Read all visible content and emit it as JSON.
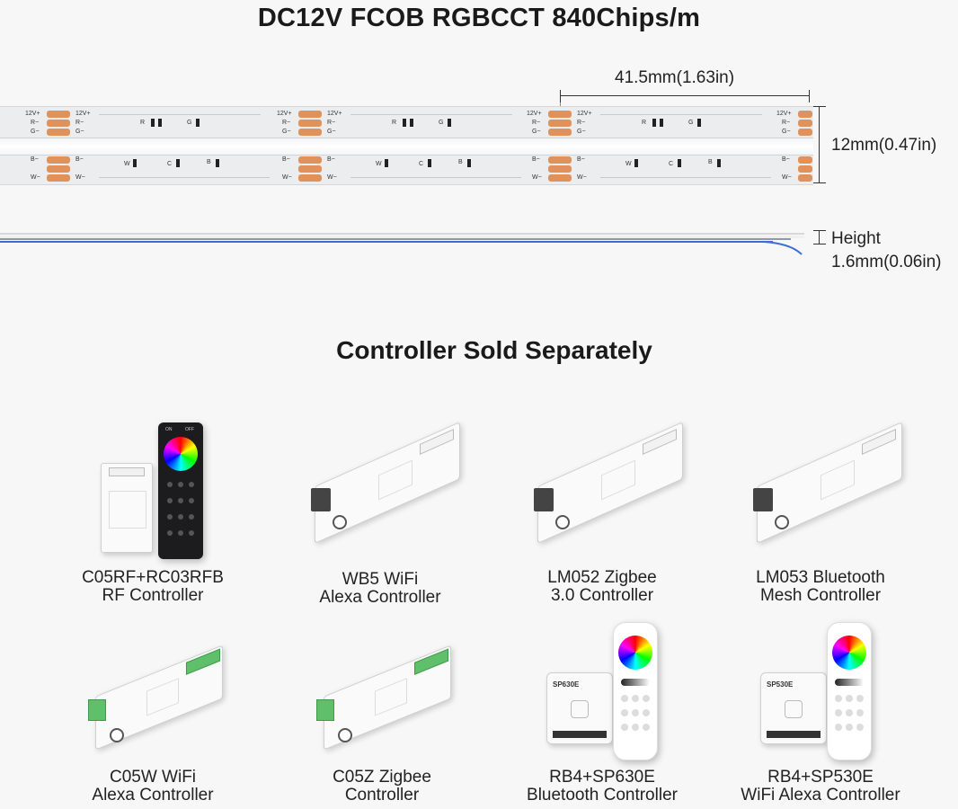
{
  "title": "DC12V FCOB RGBCCT 840Chips/m",
  "dimensions": {
    "segment_length": "41.5mm(1.63in)",
    "width": "12mm(0.47in)",
    "height_label": "Height",
    "height_value": "1.6mm(0.06in)"
  },
  "strip_labels": {
    "v12": "12V+",
    "r": "R−",
    "g": "G−",
    "b": "B−",
    "w": "W−",
    "chip_r": "R",
    "chip_g": "G",
    "chip_b": "B",
    "chip_w": "W",
    "chip_c": "C"
  },
  "section_title": "Controller Sold Separately",
  "products": [
    {
      "line1": "C05RF+RC03RFB",
      "line2": "RF Controller"
    },
    {
      "line1": "WB5 WiFi",
      "line2": "Alexa Controller"
    },
    {
      "line1": "LM052 Zigbee",
      "line2": "3.0 Controller"
    },
    {
      "line1": "LM053 Bluetooth",
      "line2": "Mesh Controller"
    },
    {
      "line1": "C05W WiFi",
      "line2": "Alexa Controller"
    },
    {
      "line1": "C05Z Zigbee",
      "line2": "Controller"
    },
    {
      "line1": "RB4+SP630E",
      "line2": "Bluetooth Controller"
    },
    {
      "line1": "RB4+SP530E",
      "line2": "WiFi Alexa Controller"
    }
  ],
  "device_text": {
    "remote_on": "ON",
    "remote_off": "OFF",
    "sp630e": "SP630E",
    "sp530e": "SP530E"
  },
  "colors": {
    "pad": "#e0925a",
    "terminal_green": "#5fbf6a",
    "remote_black": "#1c1c1e",
    "profile_blue": "#3b6fd1"
  }
}
